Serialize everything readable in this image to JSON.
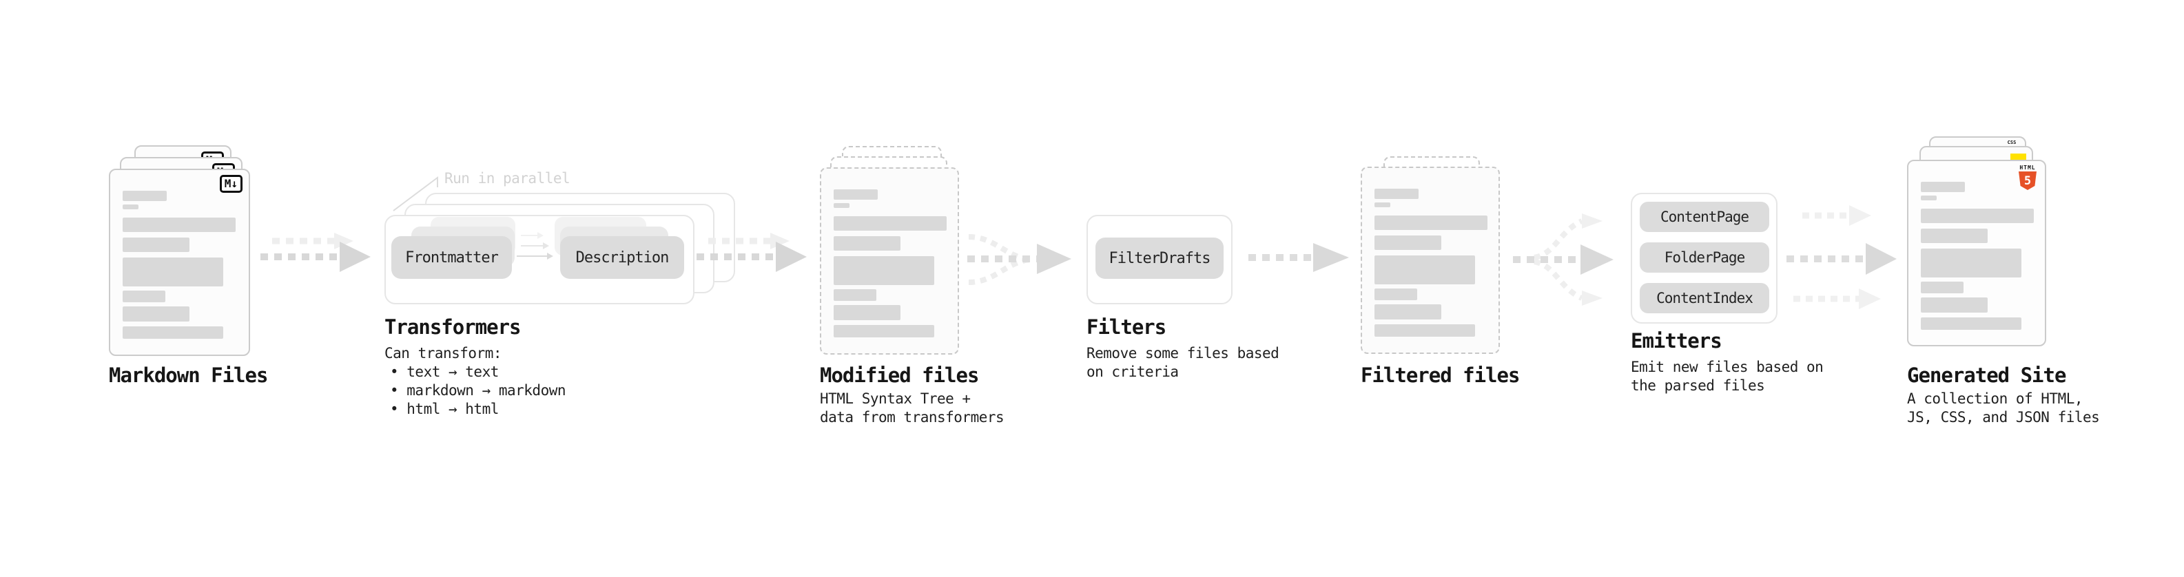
{
  "markdown": {
    "title": "Markdown Files",
    "badge": "M↓"
  },
  "transformers": {
    "title": "Transformers",
    "annotation": "Run in parallel",
    "buttons": [
      "Frontmatter",
      "Description"
    ],
    "desc_lines": [
      "Can transform:",
      "• text → text",
      "• markdown → markdown",
      "• html → html"
    ]
  },
  "modified": {
    "title": "Modified files",
    "desc_lines": [
      "HTML Syntax Tree +",
      "data from transformers"
    ]
  },
  "filters": {
    "title": "Filters",
    "button_label": "FilterDrafts",
    "desc_lines": [
      "Remove some files based",
      "on criteria"
    ]
  },
  "filtered": {
    "title": "Filtered files"
  },
  "emitters": {
    "title": "Emitters",
    "buttons": [
      "ContentPage",
      "FolderPage",
      "ContentIndex"
    ],
    "desc_lines": [
      "Emit new files based on",
      "the parsed files"
    ]
  },
  "generated": {
    "title": "Generated Site",
    "desc_lines": [
      "A collection of HTML,",
      "JS, CSS, and JSON files"
    ],
    "badges": {
      "css_label": "CSS",
      "html_label": "HTML",
      "html_number": "5"
    }
  },
  "colors": {
    "placeholder_bar": "#d9d9d9",
    "node_button": "#dcdcdc",
    "arrow_dark": "#d8d8d8",
    "arrow_light": "#eeeeee",
    "css_blue": "#2e5fe8",
    "js_yellow": "#ffe100",
    "html5_orange": "#e65127"
  }
}
